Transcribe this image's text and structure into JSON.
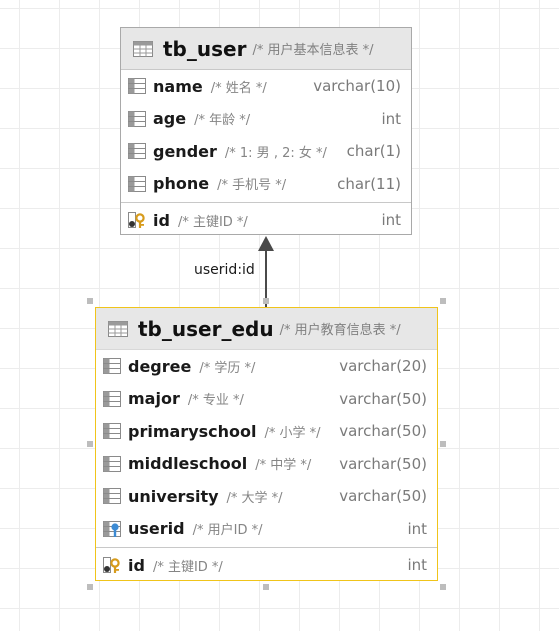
{
  "tables": [
    {
      "name": "tb_user",
      "comment": "/* 用户基本信息表 */",
      "columns": [
        {
          "name": "name",
          "comment": "/* 姓名 */",
          "type": "varchar(10)",
          "icon": "column-icon"
        },
        {
          "name": "age",
          "comment": "/* 年龄 */",
          "type": "int",
          "icon": "column-icon"
        },
        {
          "name": "gender",
          "comment": "/* 1: 男 , 2: 女 */",
          "type": "char(1)",
          "icon": "column-icon"
        },
        {
          "name": "phone",
          "comment": "/* 手机号 */",
          "type": "char(11)",
          "icon": "column-icon"
        }
      ],
      "keys": [
        {
          "name": "id",
          "comment": "/* 主键ID */",
          "type": "int",
          "icon": "primary-key-icon"
        }
      ]
    },
    {
      "name": "tb_user_edu",
      "comment": "/* 用户教育信息表 */",
      "columns": [
        {
          "name": "degree",
          "comment": "/* 学历 */",
          "type": "varchar(20)",
          "icon": "column-icon"
        },
        {
          "name": "major",
          "comment": "/* 专业 */",
          "type": "varchar(50)",
          "icon": "column-icon"
        },
        {
          "name": "primaryschool",
          "comment": "/* 小学 */",
          "type": "varchar(50)",
          "icon": "column-icon"
        },
        {
          "name": "middleschool",
          "comment": "/* 中学 */",
          "type": "varchar(50)",
          "icon": "column-icon"
        },
        {
          "name": "university",
          "comment": "/* 大学 */",
          "type": "varchar(50)",
          "icon": "column-icon"
        },
        {
          "name": "userid",
          "comment": "/* 用户ID */",
          "type": "int",
          "icon": "foreign-key-icon"
        }
      ],
      "keys": [
        {
          "name": "id",
          "comment": "/* 主键ID */",
          "type": "int",
          "icon": "primary-key-icon"
        }
      ]
    }
  ],
  "relation": {
    "label": "userid:id"
  },
  "colors": {
    "selected_border": "#f0c41a",
    "header_bg": "#e7e7e7",
    "foreign_key_blue": "#3d8bd4",
    "key_gold": "#d79b1b"
  }
}
